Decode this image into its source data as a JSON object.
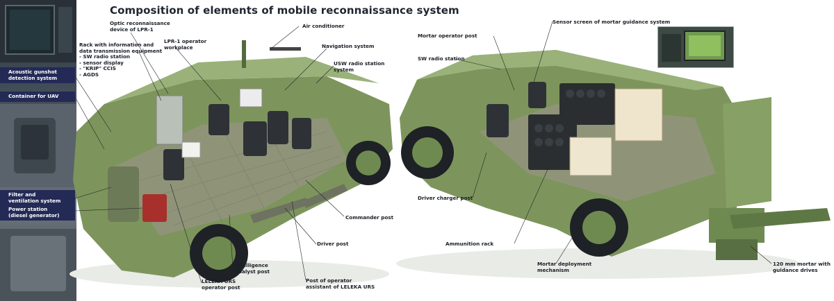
{
  "title": "Composition of elements of mobile reconnaissance system",
  "labels": {
    "optic": [
      "Optic reconnaissance",
      "device of LPR-1"
    ],
    "lpr_workplace": [
      "LPR-1 operator",
      "workplace"
    ],
    "air_conditioner": [
      "Air conditioner"
    ],
    "navigation": [
      "Navigation system"
    ],
    "usw_radio": [
      "USW radio station",
      "system"
    ],
    "rack": [
      "Rack with information and",
      "data transmission equipment",
      "- SW radio station",
      "- sensor display",
      "- \"KRIP\" CCIS",
      "- AGDS"
    ],
    "acoustic": [
      "Acoustic gunshot",
      "detection system"
    ],
    "container_uav": [
      "Container for UAV"
    ],
    "filter": [
      "Filter and",
      "ventilation system"
    ],
    "power": [
      "Power station",
      "(diesel generator)"
    ],
    "commander": [
      "Commander post"
    ],
    "driver": [
      "Driver post"
    ],
    "intelligence": [
      "Intelligence",
      "analyst post"
    ],
    "leleka_operator": [
      "LELEKA URS",
      "operator post"
    ],
    "assistant": [
      "Post of operator",
      "assistant of LELEKA URS"
    ],
    "mortar_operator": [
      "Mortar operator post"
    ],
    "sw_radio": [
      "SW radio station"
    ],
    "sensor_screen": [
      "Sensor screen of mortar guidance system"
    ],
    "driver_charger": [
      "Driver charger post"
    ],
    "ammo": [
      "Ammunition rack"
    ],
    "mortar_deploy": [
      "Mortar deployment",
      "mechanism"
    ],
    "mortar120": [
      "120 mm mortar with",
      "guidance drives"
    ]
  },
  "colors": {
    "side_label_bg": "#232a56",
    "vehicle_body": "#7f9a5e",
    "vehicle_dark": "#4f6640",
    "text": "#1a1f26"
  }
}
